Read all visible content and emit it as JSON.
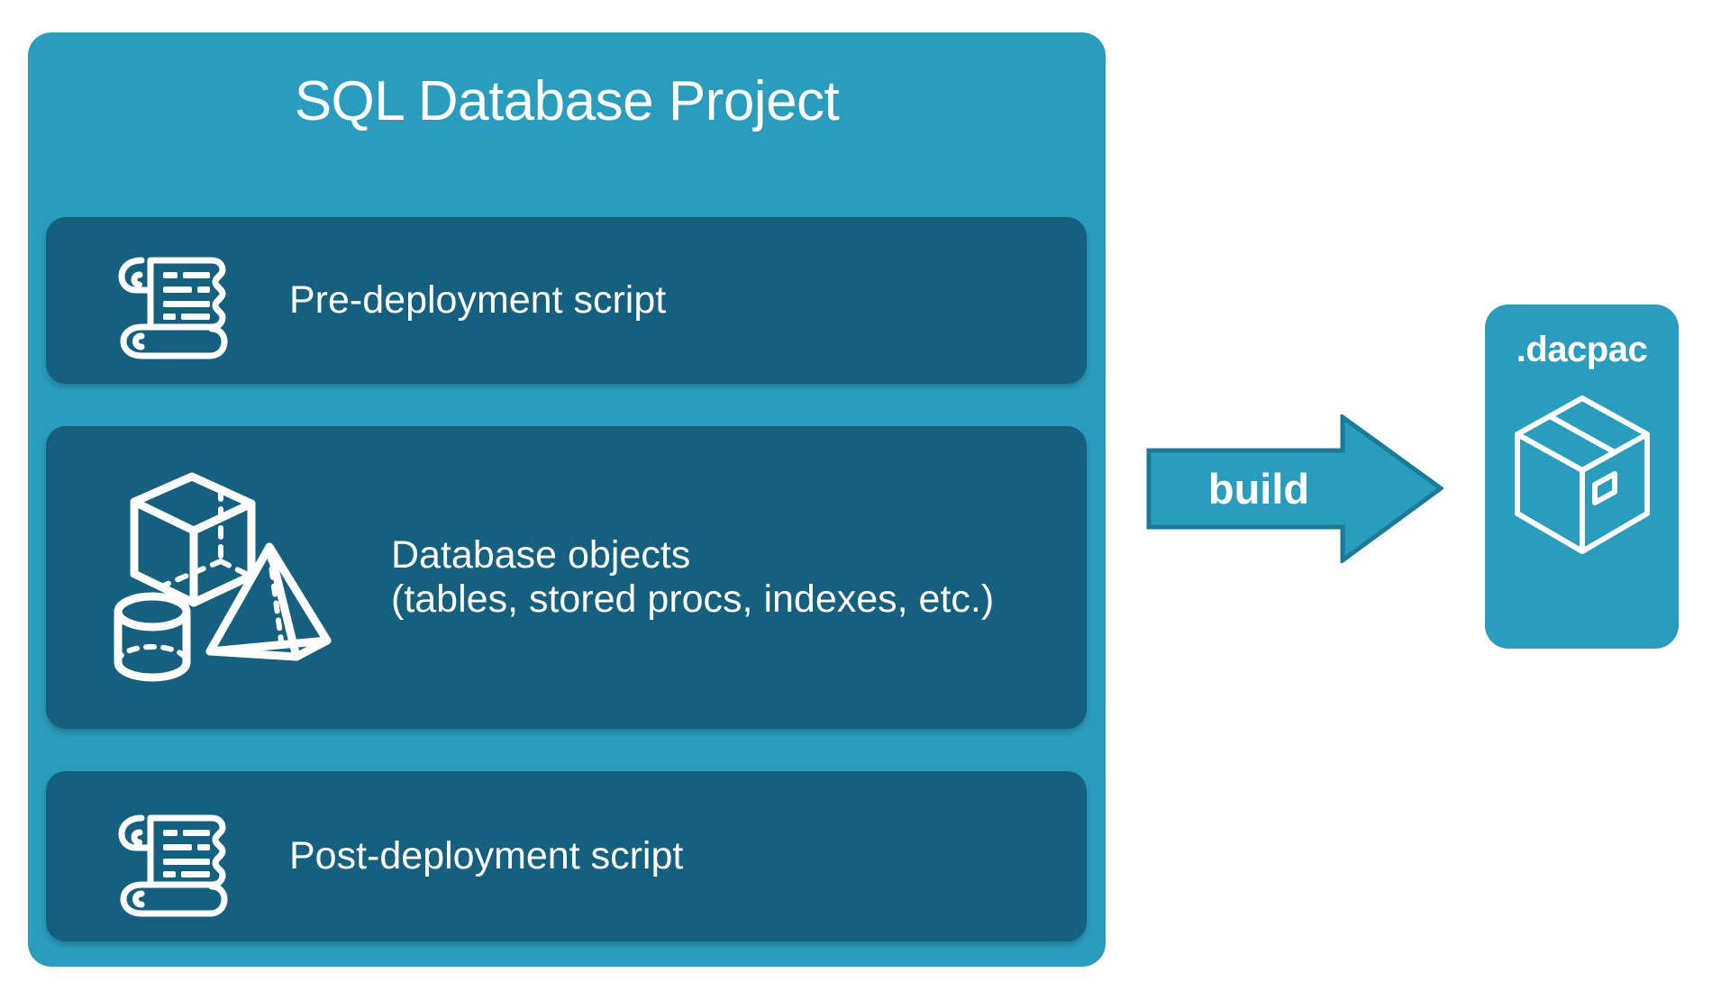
{
  "diagram": {
    "type": "flow-diagram",
    "background": "#ffffff",
    "colors": {
      "container_teal": "#2a9cbd",
      "card_dark_teal": "#155f7f",
      "arrow_fill": "#2a9cbd",
      "arrow_stroke": "#1b7b97",
      "text_white": "#ffffff"
    }
  },
  "project": {
    "title": "SQL Database Project",
    "cards": [
      {
        "id": "pre-deployment",
        "label": "Pre-deployment script",
        "icon": "scroll-icon"
      },
      {
        "id": "database-objects",
        "label": "Database objects\n(tables, stored procs, indexes, etc.)",
        "line1": "Database objects",
        "line2": "(tables, stored procs, indexes, etc.)",
        "icon": "3d-shapes-icon",
        "shapes": [
          "cube-icon",
          "pyramid-icon",
          "cylinder-icon"
        ]
      },
      {
        "id": "post-deployment",
        "label": "Post-deployment script",
        "icon": "scroll-icon"
      }
    ]
  },
  "build": {
    "label": "build",
    "direction": "right"
  },
  "output": {
    "title": ".dacpac",
    "icon": "package-box-icon"
  }
}
